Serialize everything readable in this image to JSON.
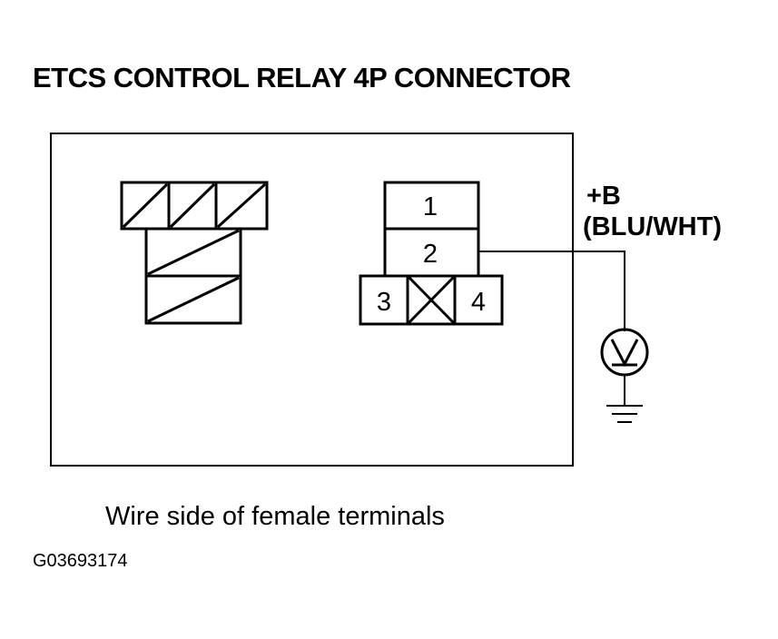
{
  "title": "ETCS CONTROL RELAY 4P CONNECTOR",
  "caption": "Wire side of female terminals",
  "figure_id": "G03693174",
  "wire": {
    "signal": "+B",
    "color_code": "(BLU/WHT)"
  },
  "terminals": {
    "t1": "1",
    "t2": "2",
    "t3": "3",
    "t4": "4"
  },
  "icons": {
    "voltmeter": "voltmeter-icon",
    "ground": "ground-icon"
  }
}
